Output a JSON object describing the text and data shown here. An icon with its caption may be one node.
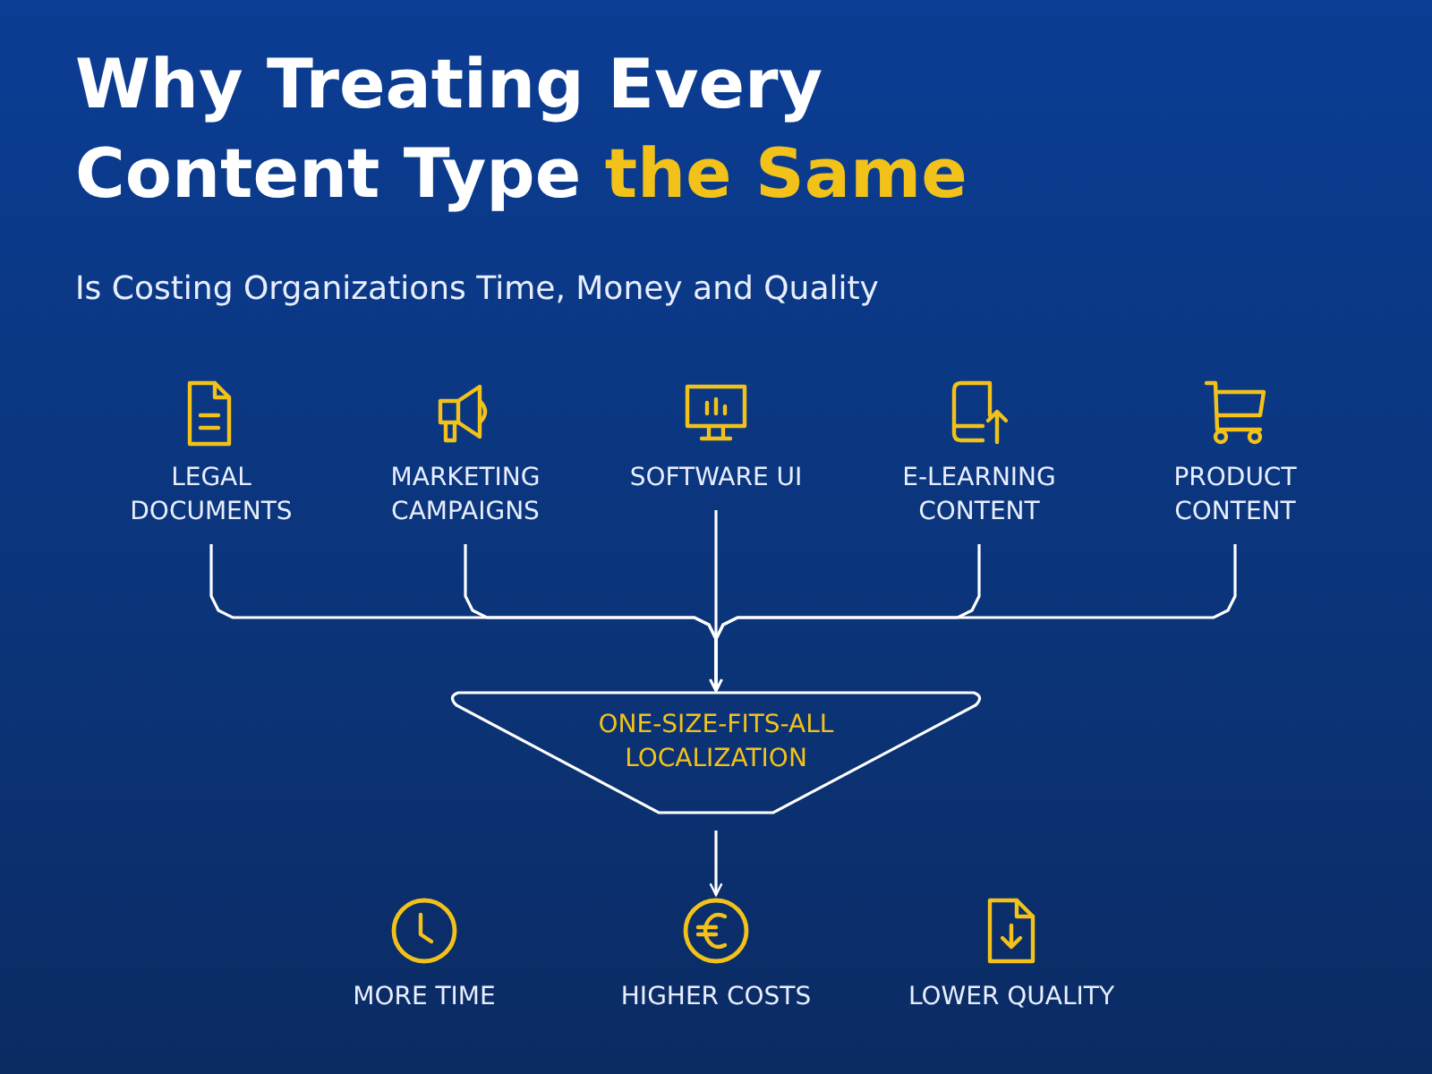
{
  "diagram": {
    "title": "Why Treating Every Content Type the Same",
    "nodes": [
      {
        "text": [
          "LEGAL DOCUMENTS"
        ]
      },
      {
        "text": [
          "MARKETING CAMPAIGNS"
        ]
      },
      {
        "text": [
          "SOFTWARE UI"
        ]
      },
      {
        "text": [
          "E-LEARNING CONTENT"
        ]
      },
      {
        "text": [
          "PRODUCT CONTENT"
        ]
      },
      {
        "text": [
          "ONE-SIZE-FITS-ALL LOCALIZATION"
        ]
      },
      {
        "text": [
          "MORE TIME"
        ]
      },
      {
        "text": [
          "HIGHER COSTS"
        ]
      },
      {
        "text": [
          "LOWER QUALITY"
        ]
      }
    ],
    "edges": [
      {
        "from": 0,
        "to": 5,
        "arrow": "to"
      },
      {
        "from": 1,
        "to": 5,
        "arrow": "to"
      },
      {
        "from": 2,
        "to": 5,
        "arrow": "to"
      },
      {
        "from": 3,
        "to": 5,
        "arrow": "to"
      },
      {
        "from": 4,
        "to": 5,
        "arrow": "to"
      },
      {
        "from": 5,
        "to": 7,
        "arrow": "to"
      }
    ],
    "labels": [
      "Is Costing Organizations Time, Money and Quality"
    ]
  }
}
